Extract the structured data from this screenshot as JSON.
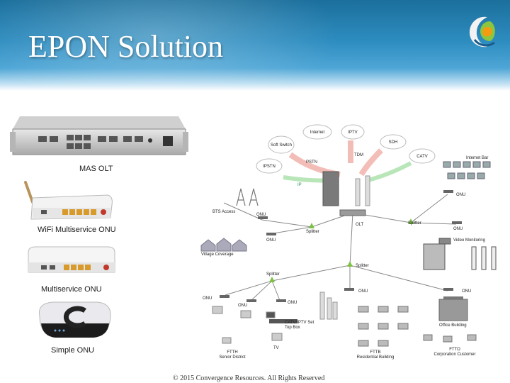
{
  "slide": {
    "title": "EPON Solution"
  },
  "devices": {
    "mas_olt": "MAS OLT",
    "wifi_onu": "WiFi Multiservice ONU",
    "multi_onu": "Multiservice ONU",
    "simple_onu": "Simple ONU"
  },
  "diagram": {
    "clouds": [
      "Internet",
      "IPTV",
      "Soft Switch",
      "SDH",
      "IPSTN",
      "CATV"
    ],
    "services": [
      "PSTN",
      "IP",
      "TDM"
    ],
    "labels": {
      "internet_bar": "Internet Bar",
      "bts_access": "BTS Access",
      "village_coverage": "Village Coverage",
      "olt": "OLT",
      "splitter": "Splitter",
      "onu": "ONU",
      "video_monitoring": "Video Monitoring",
      "catv_set": "CATV/IPTV Set",
      "top_box": "Top Box",
      "tv": "TV",
      "office_building": "Office Building",
      "ftth": "FTTH",
      "senior_district": "Senior District",
      "fttb": "FTTB",
      "residential_building": "Residential Building",
      "fttd": "FTTO",
      "corporation_customer": "Corporation Customer"
    }
  },
  "footer": {
    "copyright": "© 2015 Convergence Resources. All Rights Reserved"
  }
}
